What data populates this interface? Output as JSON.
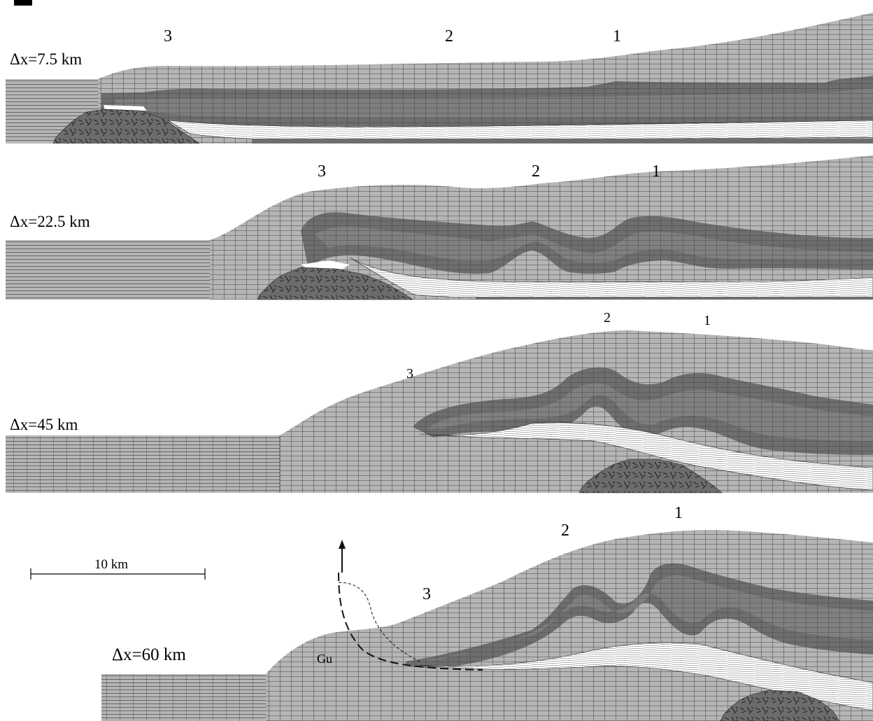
{
  "figure": {
    "panels": [
      {
        "label": "Δx=7.5 km",
        "fold_labels": [
          "3",
          "2",
          "1"
        ]
      },
      {
        "label": "Δx=22.5 km",
        "fold_labels": [
          "3",
          "2",
          "1"
        ]
      },
      {
        "label": "Δx=45 km",
        "fold_labels": [
          "3",
          "2",
          "1"
        ]
      },
      {
        "label": "Δx=60 km",
        "fold_labels": [
          "3",
          "2",
          "1"
        ],
        "annotation": "Gu"
      }
    ],
    "scale_bar": {
      "label": "10 km"
    }
  },
  "colors": {
    "background": "#ffffff",
    "light_layer": "#b5b5b5",
    "dark_layer": "#6e6e6e",
    "core_layer": "#7f7f7f",
    "basement": "#707070",
    "white_zone": "#ffffff",
    "grid_line": "#2a2a2a"
  }
}
